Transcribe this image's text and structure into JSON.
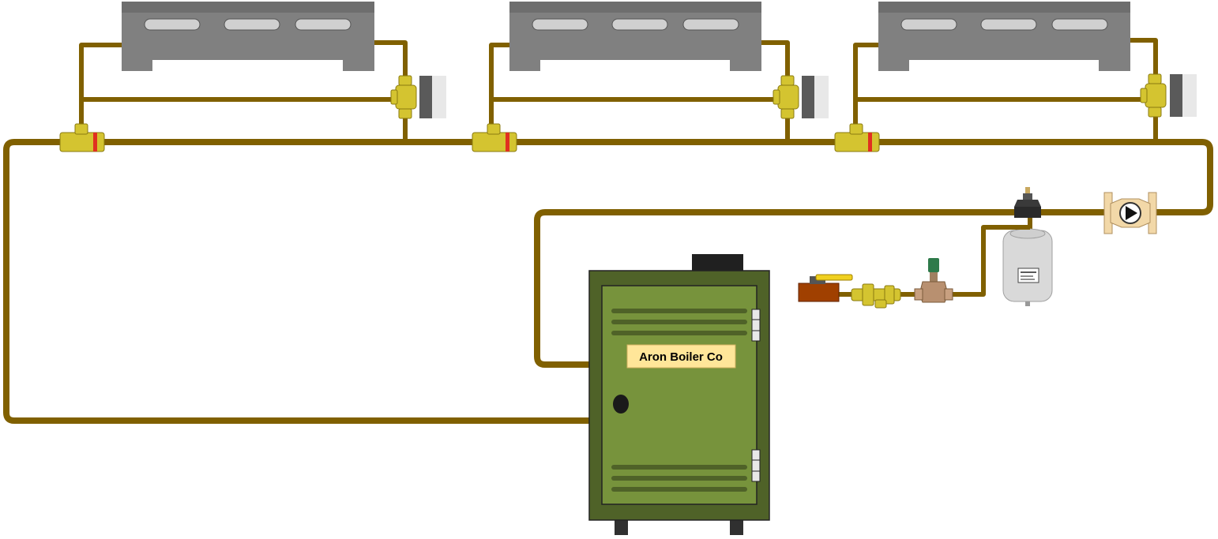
{
  "boiler": {
    "label": "Aron Boiler Co"
  },
  "colors": {
    "pipe": "#806000",
    "radiator": "#808080",
    "boiler_body": "#4f6228",
    "boiler_door": "#77933c",
    "boiler_label_bg": "#ffe699",
    "brass": "#d4c430",
    "valve_flag": "#e03020",
    "expansion_tank": "#d9d9d9"
  },
  "components": {
    "radiators": [
      "baseboard-radiator",
      "baseboard-radiator",
      "baseboard-radiator"
    ],
    "zone_valves": [
      "zone-valve-actuator",
      "zone-valve-actuator",
      "zone-valve-actuator"
    ],
    "diverter_tees": [
      "diverter-tee",
      "diverter-tee",
      "diverter-tee"
    ],
    "circulator": "circulator-pump",
    "expansion_tank": "expansion-tank",
    "air_vent": "air-separator-vent",
    "fill_valve": "pressure-reducing-valve",
    "backflow": "backflow-preventer",
    "shutoff": "ball-valve"
  }
}
